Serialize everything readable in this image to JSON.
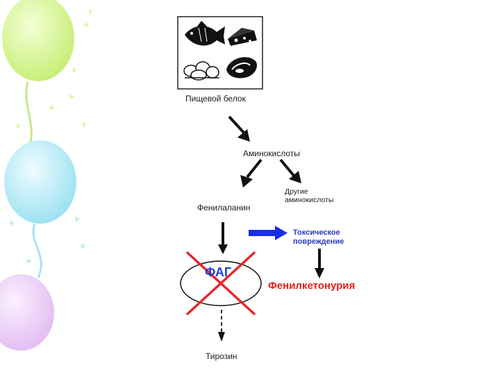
{
  "diagram": {
    "food_protein": "Пищевой белок",
    "amino_acids": "Аминокислоты",
    "other_amino_acids": "Другие\nаминокислоты",
    "phenylalanine": "Фенилаланин",
    "toxic_damage": "Токсическое\nповреждение",
    "enzyme": "ФАГ",
    "phenylketonuria": "Фенилкетонурия",
    "tyrosine": "Тирозин",
    "food_icons": [
      "fish-icon",
      "cheese-icon",
      "eggs-icon",
      "meat-icon"
    ]
  },
  "colors": {
    "arrow_black": "#111111",
    "arrow_blue": "#1a2ee6",
    "cross_red": "#e8262a",
    "enzyme_text": "#1f3fd6",
    "disease_text": "#e0201c",
    "toxic_text": "#2b3bbd"
  }
}
